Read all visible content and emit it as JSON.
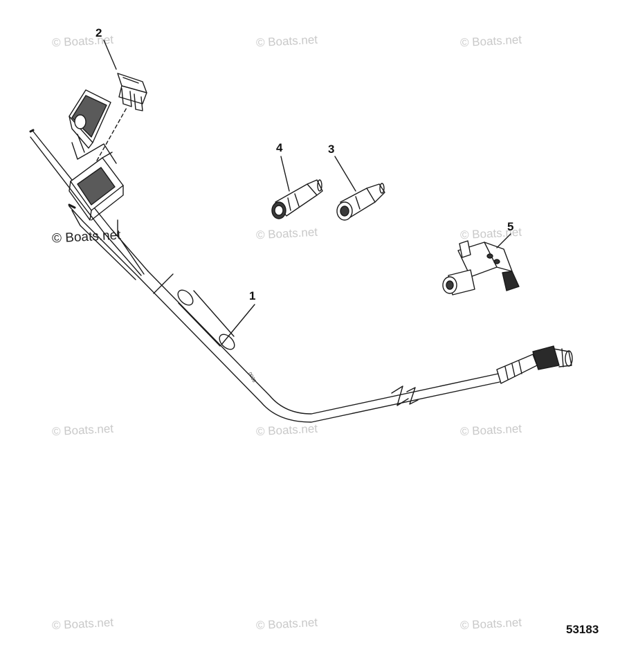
{
  "watermark_text": "© Boats.net",
  "diagram_id": "53183",
  "cable_marking": "0036",
  "callouts": [
    {
      "id": "1",
      "label": "1"
    },
    {
      "id": "2",
      "label": "2"
    },
    {
      "id": "3",
      "label": "3"
    },
    {
      "id": "4",
      "label": "4"
    },
    {
      "id": "5",
      "label": "5"
    }
  ]
}
